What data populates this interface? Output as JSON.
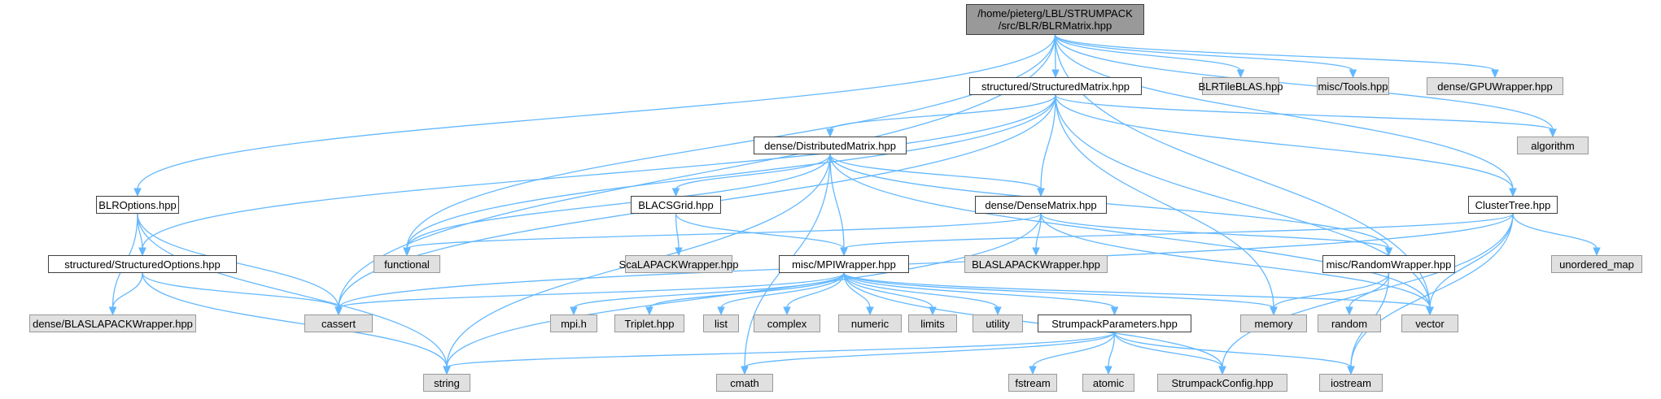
{
  "nodes": [
    {
      "id": "root",
      "label": "/home/pieterg/LBL/STRUMPACK\n/src/BLR/BLRMatrix.hpp"
    },
    {
      "id": "structuredmatrix",
      "label": "structured/StructuredMatrix.hpp"
    },
    {
      "id": "blrtileblas",
      "label": "BLRTileBLAS.hpp"
    },
    {
      "id": "misctools",
      "label": "misc/Tools.hpp"
    },
    {
      "id": "gpuwrapper",
      "label": "dense/GPUWrapper.hpp"
    },
    {
      "id": "algorithm",
      "label": "algorithm"
    },
    {
      "id": "distributedmatrix",
      "label": "dense/DistributedMatrix.hpp"
    },
    {
      "id": "blroptions",
      "label": "BLROptions.hpp"
    },
    {
      "id": "blacsgrid",
      "label": "BLACSGrid.hpp"
    },
    {
      "id": "densematrix",
      "label": "dense/DenseMatrix.hpp"
    },
    {
      "id": "clustertree",
      "label": "ClusterTree.hpp"
    },
    {
      "id": "functional",
      "label": "functional"
    },
    {
      "id": "scalapack",
      "label": "ScaLAPACKWrapper.hpp"
    },
    {
      "id": "mpiwrapper",
      "label": "misc/MPIWrapper.hpp"
    },
    {
      "id": "blaslapack1",
      "label": "BLASLAPACKWrapper.hpp"
    },
    {
      "id": "randomwrapper",
      "label": "misc/RandomWrapper.hpp"
    },
    {
      "id": "unorderedmap",
      "label": "unordered_map"
    },
    {
      "id": "structuredoptions",
      "label": "structured/StructuredOptions.hpp"
    },
    {
      "id": "blaslapack2",
      "label": "dense/BLASLAPACKWrapper.hpp"
    },
    {
      "id": "cassert",
      "label": "cassert"
    },
    {
      "id": "mpih",
      "label": "mpi.h"
    },
    {
      "id": "triplet",
      "label": "Triplet.hpp"
    },
    {
      "id": "list",
      "label": "list"
    },
    {
      "id": "complex",
      "label": "complex"
    },
    {
      "id": "numeric",
      "label": "numeric"
    },
    {
      "id": "limits",
      "label": "limits"
    },
    {
      "id": "utility",
      "label": "utility"
    },
    {
      "id": "strumpackparameters",
      "label": "StrumpackParameters.hpp"
    },
    {
      "id": "memory",
      "label": "memory"
    },
    {
      "id": "random",
      "label": "random"
    },
    {
      "id": "vector",
      "label": "vector"
    },
    {
      "id": "string",
      "label": "string"
    },
    {
      "id": "cmath",
      "label": "cmath"
    },
    {
      "id": "fstream",
      "label": "fstream"
    },
    {
      "id": "atomic",
      "label": "atomic"
    },
    {
      "id": "strumpackconfig",
      "label": "StrumpackConfig.hpp"
    },
    {
      "id": "iostream",
      "label": "iostream"
    }
  ],
  "edges": [
    [
      "root",
      "structuredmatrix"
    ],
    [
      "root",
      "blrtileblas"
    ],
    [
      "root",
      "misctools"
    ],
    [
      "root",
      "gpuwrapper"
    ],
    [
      "root",
      "algorithm"
    ],
    [
      "root",
      "blroptions"
    ],
    [
      "root",
      "cassert"
    ],
    [
      "root",
      "functional"
    ],
    [
      "root",
      "vector"
    ],
    [
      "root",
      "clustertree"
    ],
    [
      "structuredmatrix",
      "algorithm"
    ],
    [
      "structuredmatrix",
      "distributedmatrix"
    ],
    [
      "structuredmatrix",
      "densematrix"
    ],
    [
      "structuredmatrix",
      "structuredoptions"
    ],
    [
      "structuredmatrix",
      "cassert"
    ],
    [
      "structuredmatrix",
      "functional"
    ],
    [
      "structuredmatrix",
      "memory"
    ],
    [
      "structuredmatrix",
      "vector"
    ],
    [
      "structuredmatrix",
      "clustertree"
    ],
    [
      "distributedmatrix",
      "blacsgrid"
    ],
    [
      "distributedmatrix",
      "densematrix"
    ],
    [
      "distributedmatrix",
      "mpiwrapper"
    ],
    [
      "distributedmatrix",
      "randomwrapper"
    ],
    [
      "distributedmatrix",
      "functional"
    ],
    [
      "distributedmatrix",
      "string"
    ],
    [
      "distributedmatrix",
      "cmath"
    ],
    [
      "distributedmatrix",
      "vector"
    ],
    [
      "blacsgrid",
      "scalapack"
    ],
    [
      "blacsgrid",
      "mpiwrapper"
    ],
    [
      "densematrix",
      "functional"
    ],
    [
      "densematrix",
      "blaslapack1"
    ],
    [
      "densematrix",
      "randomwrapper"
    ],
    [
      "densematrix",
      "string"
    ],
    [
      "densematrix",
      "vector"
    ],
    [
      "clustertree",
      "mpiwrapper"
    ],
    [
      "clustertree",
      "cassert"
    ],
    [
      "clustertree",
      "unorderedmap"
    ],
    [
      "clustertree",
      "vector"
    ],
    [
      "clustertree",
      "iostream"
    ],
    [
      "clustertree",
      "strumpackconfig"
    ],
    [
      "blroptions",
      "structuredoptions"
    ],
    [
      "blroptions",
      "blaslapack2"
    ],
    [
      "blroptions",
      "cassert"
    ],
    [
      "blroptions",
      "string"
    ],
    [
      "structuredoptions",
      "blaslapack2"
    ],
    [
      "structuredoptions",
      "cassert"
    ],
    [
      "structuredoptions",
      "string"
    ],
    [
      "mpiwrapper",
      "cassert"
    ],
    [
      "mpiwrapper",
      "mpih"
    ],
    [
      "mpiwrapper",
      "triplet"
    ],
    [
      "mpiwrapper",
      "list"
    ],
    [
      "mpiwrapper",
      "complex"
    ],
    [
      "mpiwrapper",
      "numeric"
    ],
    [
      "mpiwrapper",
      "limits"
    ],
    [
      "mpiwrapper",
      "utility"
    ],
    [
      "mpiwrapper",
      "strumpackparameters"
    ],
    [
      "mpiwrapper",
      "memory"
    ],
    [
      "mpiwrapper",
      "vector"
    ],
    [
      "mpiwrapper",
      "strumpackconfig"
    ],
    [
      "randomwrapper",
      "memory"
    ],
    [
      "randomwrapper",
      "random"
    ],
    [
      "randomwrapper",
      "iostream"
    ],
    [
      "strumpackparameters",
      "string"
    ],
    [
      "strumpackparameters",
      "cmath"
    ],
    [
      "strumpackparameters",
      "fstream"
    ],
    [
      "strumpackparameters",
      "atomic"
    ],
    [
      "strumpackparameters",
      "strumpackconfig"
    ],
    [
      "strumpackparameters",
      "iostream"
    ]
  ],
  "colors": {
    "edge": "#63b8ff",
    "root_fill": "#999999",
    "external_fill": "#e0e0e0",
    "internal_fill": "#ffffff",
    "border": "#404040"
  }
}
